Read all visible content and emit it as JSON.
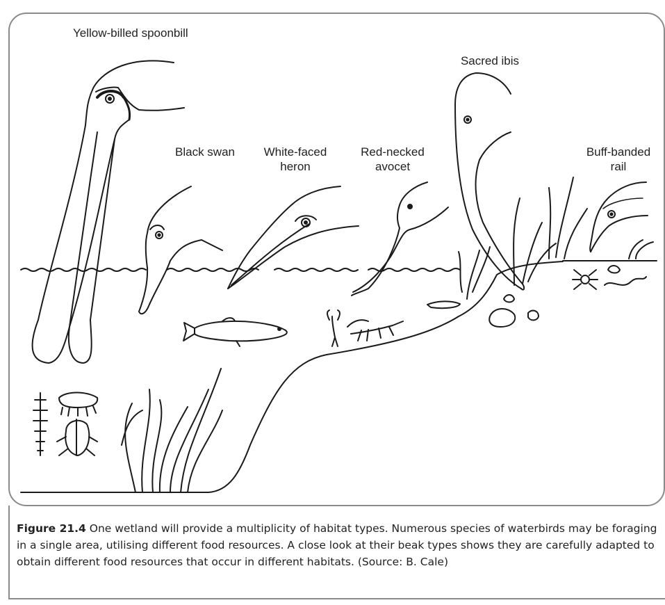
{
  "labels": {
    "spoonbill": "Yellow-billed spoonbill",
    "black_swan": "Black swan",
    "heron_line1": "White-faced",
    "heron_line2": "heron",
    "avocet_line1": "Red-necked",
    "avocet_line2": "avocet",
    "ibis": "Sacred ibis",
    "rail_line1": "Buff-banded",
    "rail_line2": "rail"
  },
  "caption": {
    "figure_number": "Figure 21.4",
    "text": " One wetland will provide a multiplicity of habitat types. Numerous species of waterbirds may be foraging in a single area, utilising different food resources. A close look at their beak types shows they are carefully adapted to obtain different food resources that occur in different habitats. (Source:  B. Cale)"
  },
  "colors": {
    "ink": "#1a1a1a",
    "frame": "#8a8a8a",
    "background": "#ffffff"
  }
}
